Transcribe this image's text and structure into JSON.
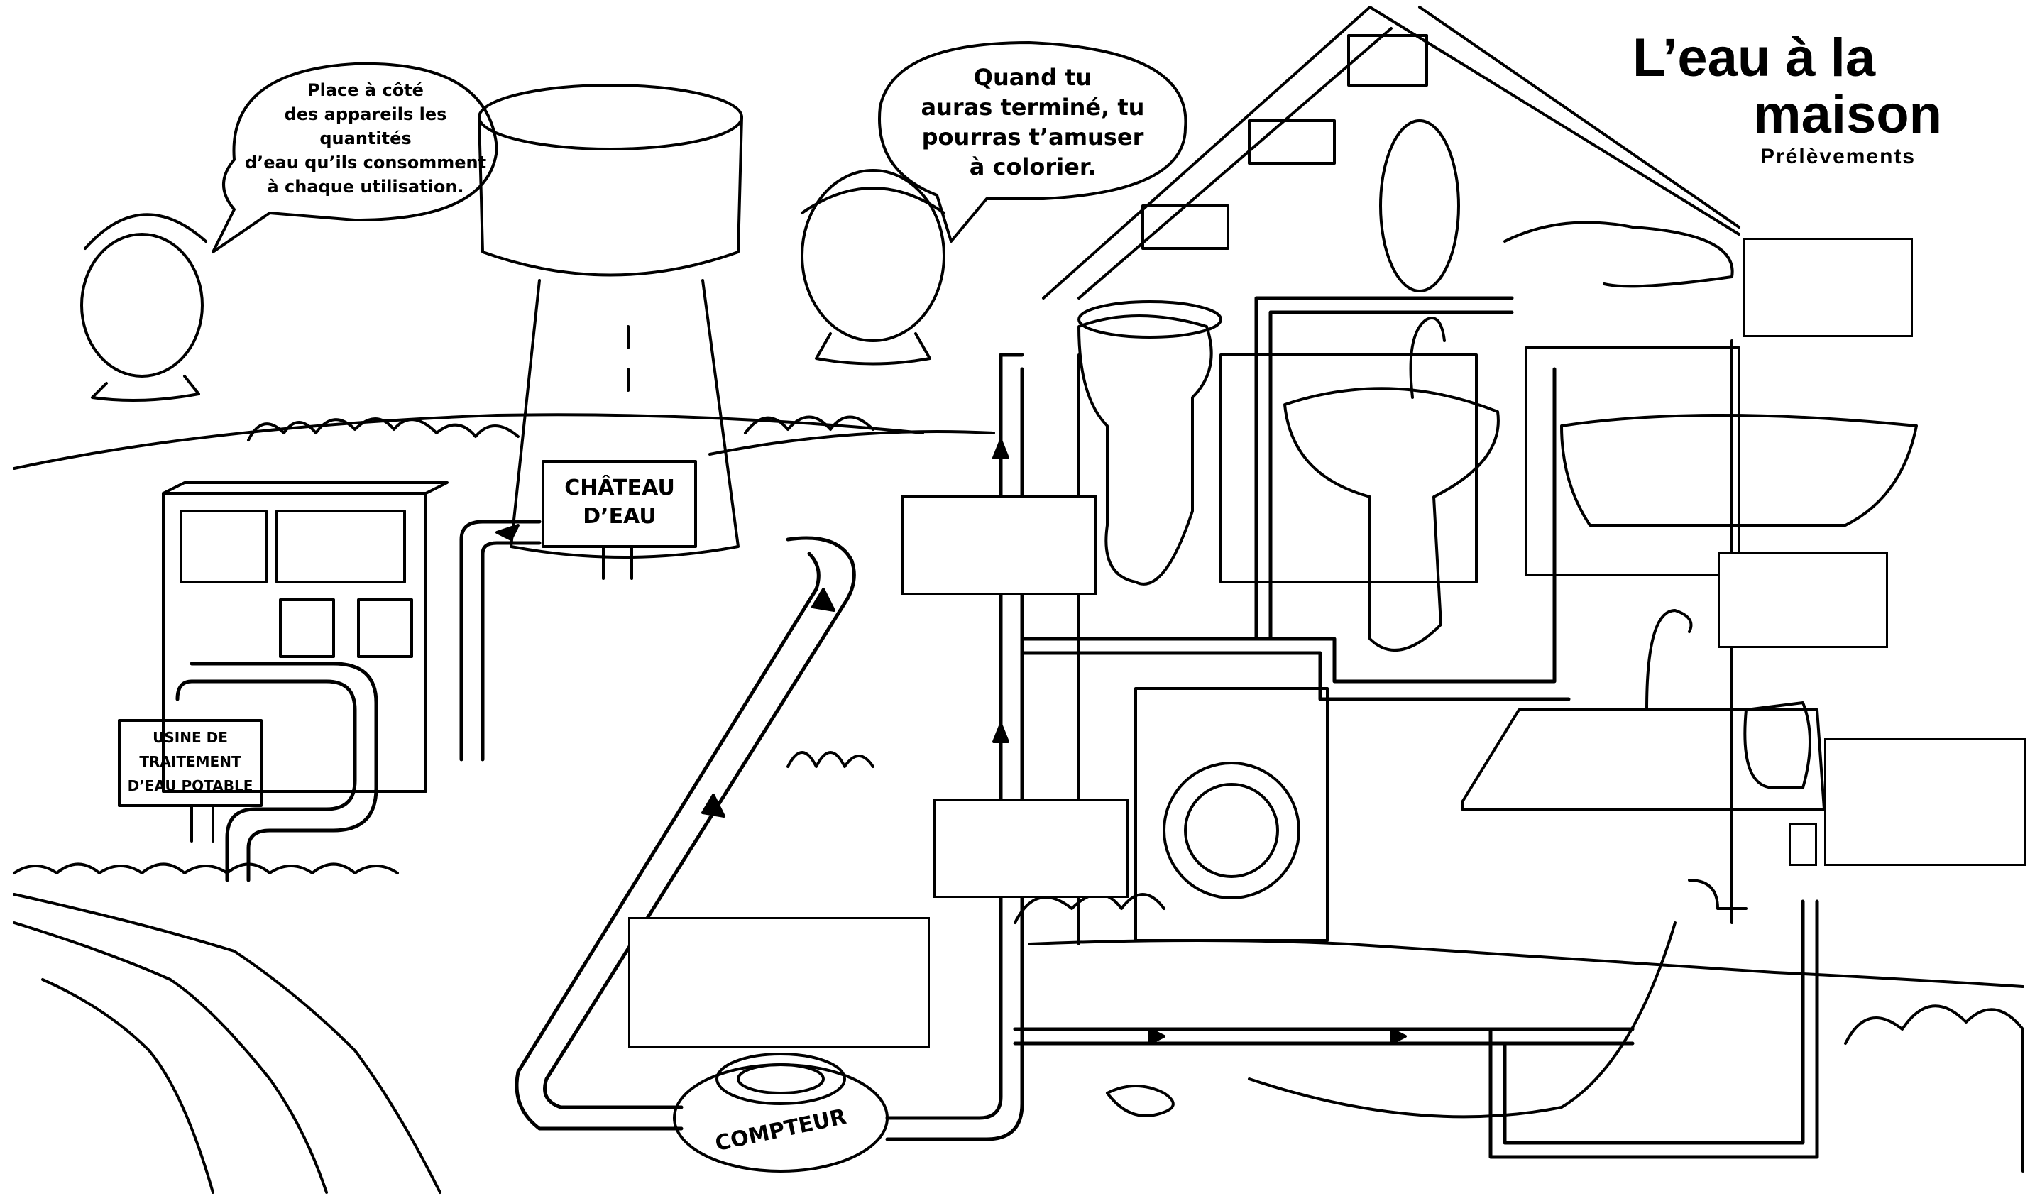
{
  "title": {
    "line1": "L’eau à la",
    "line2": "maison",
    "subtitle": "Prélèvements"
  },
  "bubbles": {
    "boy": {
      "l1": "Place à côté",
      "l2": "des appareils les quantités",
      "l3": "d’eau qu’ils consomment",
      "l4": "à chaque utilisation."
    },
    "girl": {
      "l1": "Quand tu",
      "l2": "auras terminé, tu",
      "l3": "pourras t’amuser",
      "l4": "à colorier."
    }
  },
  "signs": {
    "tower": {
      "l1": "CHÂTEAU",
      "l2": "D’EAU"
    },
    "plant": {
      "l1": "USINE DE",
      "l2": "TRAITEMENT",
      "l3": "D’EAU POTABLE"
    },
    "meter": "COMPTEUR"
  },
  "answer_boxes": [
    "",
    "",
    "",
    "",
    "",
    "",
    ""
  ],
  "colors": {
    "ink": "#000000",
    "paper": "#ffffff"
  }
}
